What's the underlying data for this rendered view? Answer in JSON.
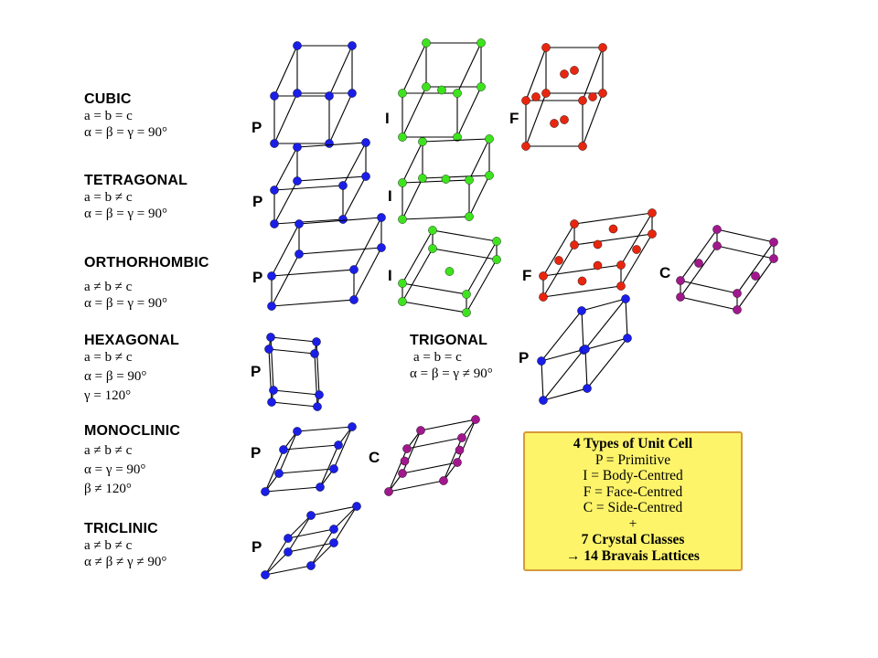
{
  "classes": [
    {
      "name": "CUBIC",
      "rel": [
        "a = b = c",
        "α = β = γ = 90°"
      ]
    },
    {
      "name": "TETRAGONAL",
      "rel": [
        "a = b ≠ c",
        "α = β = γ = 90°"
      ]
    },
    {
      "name": "ORTHORHOMBIC",
      "rel": [
        "a ≠ b ≠ c",
        "α = β = γ = 90°"
      ]
    },
    {
      "name": "HEXAGONAL",
      "rel": [
        "a = b ≠ c",
        "α = β = 90°",
        "γ = 120°"
      ]
    },
    {
      "name": "MONOCLINIC",
      "rel": [
        "a ≠ b ≠ c",
        "α = γ = 90°",
        "β ≠ 120°"
      ]
    },
    {
      "name": "TRICLINIC",
      "rel": [
        "a ≠ b ≠ c",
        "α ≠ β ≠ γ ≠ 90°"
      ]
    }
  ],
  "trigonal": {
    "name": "TRIGONAL",
    "rel": [
      "a = b = c",
      "α = β = γ ≠ 90°"
    ]
  },
  "lattice_letters": {
    "P": "P",
    "I": "I",
    "F": "F",
    "C": "C"
  },
  "info_box": {
    "lines": [
      "4 Types of Unit Cell",
      "P = Primitive",
      "I = Body-Centred",
      "F = Face-Centred",
      "C = Side-Centred",
      "+",
      "7 Crystal Classes",
      "→ 14 Bravais Lattices"
    ]
  },
  "colors": {
    "primitive": "#1a1ee6",
    "body_centred": "#3de31d",
    "face_centred": "#e8260f",
    "side_centred": "#a0188c",
    "edges": "#000000",
    "info_background": "#fdf46a",
    "info_border": "#d79a3a"
  }
}
